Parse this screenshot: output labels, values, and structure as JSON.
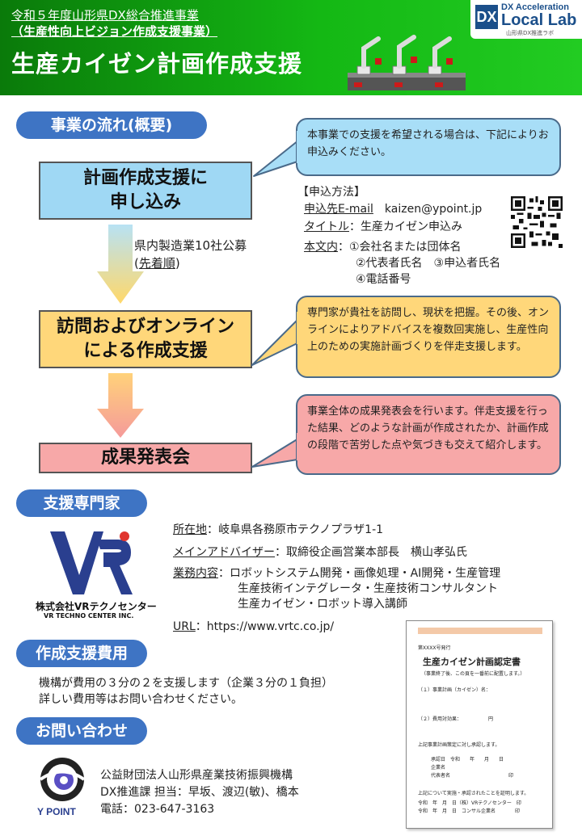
{
  "header": {
    "subtitle1": "令和５年度山形県DX総合推進事業",
    "subtitle2": "（生産性向上ビジョン作成支援事業）",
    "title": "生産カイゼン計画作成支援",
    "logo_dx": "DX",
    "logo_line1": "DX Acceleration",
    "logo_line2": "Local Lab",
    "logo_line3": "山形県DX推進ラボ"
  },
  "flow": {
    "section_label": "事業の流れ(概要)",
    "step1": {
      "line1": "計画作成支援に",
      "line2": "申し込み"
    },
    "step1_note": {
      "line1": "県内製造業10社公募",
      "line2_prefix": "(",
      "line2_under": "先着順",
      "line2_suffix": ")"
    },
    "step2": {
      "line1": "訪問およびオンライン",
      "line2": "による作成支援"
    },
    "step3": {
      "line1": "成果発表会"
    },
    "callout1": "本事業での支援を希望される場合は、下記によりお申込みください。",
    "callout2": "専門家が貴社を訪問し、現状を把握。その後、オンラインによりアドバイスを複数回実施し、生産性向上のための実施計画づくりを伴走支援します。",
    "callout3": "事業全体の成果発表会を行います。伴走支援を行った結果、どのような計画が作成されたか、計画作成の段階で苦労した点や気づきも交えて紹介します。"
  },
  "apply": {
    "heading": "【申込方法】",
    "email_label": "申込先E-mail",
    "email_value": "kaizen@ypoint.jp",
    "title_label": "タイトル",
    "title_value": "：生産カイゼン申込み",
    "body_label": "本文内",
    "body_line1": "：①会社名または団体名",
    "body_line2": "②代表者氏名　③申込者氏名",
    "body_line3": "④電話番号"
  },
  "expert": {
    "section_label": "支援専門家",
    "company_name": "株式会社VRテクノセンター",
    "company_en": "VR TECHNO CENTER INC.",
    "address_label": "所在地",
    "address_value": "：岐阜県各務原市テクノプラザ1-1",
    "advisor_label": "メインアドバイザー",
    "advisor_value": "：取締役企画営業本部長　横山孝弘氏",
    "business_label": "業務内容",
    "business_line1": "：ロボットシステム開発・画像処理・AI開発・生産管理",
    "business_line2": "生産技術インテグレータ・生産技術コンサルタント",
    "business_line3": "生産カイゼン・ロボット導入講師",
    "url_label": "URL",
    "url_value": "：https://www.vrtc.co.jp/"
  },
  "cost": {
    "section_label": "作成支援費用",
    "line1": "機構が費用の３分の２を支援します（企業３分の１負担）",
    "line2": "詳しい費用等はお問い合わせください。"
  },
  "contact": {
    "section_label": "お問い合わせ",
    "org": "公益財団法人山形県産業技術振興機構",
    "dept": "DX推進課 担当：早坂、渡辺(敏)、橋本",
    "phone": "電話：023-647-3163",
    "logo_text": "Y POINT"
  },
  "document": {
    "number": "第XXXX号発行",
    "title": "生産カイゼン計画認定書",
    "note": "（事業終了後、この頁を一番前に配置します。）",
    "item1": "（１）事業計画（カイゼン）名：",
    "item2": "（２）費用対効果：　　　　　　円",
    "approve": "上記事業計画策定に対し承認します。",
    "date": "承認日　令和　　年　　月　　日",
    "company": "企業名",
    "rep": "代表者名　　　　　　　　　　　　印",
    "cert": "上記について実施・承認されたことを証明します。",
    "sign1": "令和　年　月　日（株）VRテクノセンター　印",
    "sign2": "令和　年　月　日　コンサル企業名　　　　印"
  }
}
